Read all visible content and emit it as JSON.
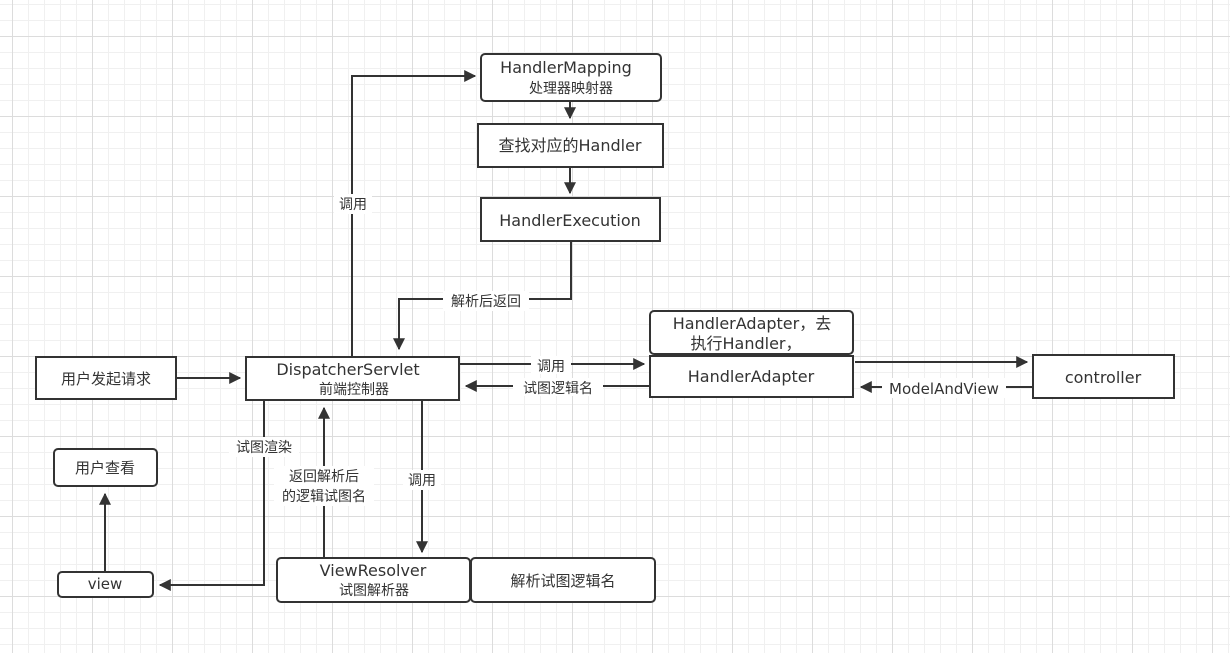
{
  "nodes": {
    "handler_mapping": {
      "line1": "HandlerMapping",
      "line2": "处理器映射器"
    },
    "find_handler": {
      "line1": "查找对应的Handler"
    },
    "handler_execution": {
      "line1": "HandlerExecution"
    },
    "handler_adapter_note": {
      "line1": "HandlerAdapter，去",
      "line2": "执行Handler，"
    },
    "handler_adapter": {
      "line1": "HandlerAdapter"
    },
    "controller": {
      "line1": "controller"
    },
    "user_request": {
      "line1": "用户发起请求"
    },
    "dispatcher_servlet": {
      "line1": "DispatcherServlet",
      "line2": "前端控制器"
    },
    "user_view": {
      "line1": "用户查看"
    },
    "view": {
      "line1": "view"
    },
    "view_resolver": {
      "line1": "ViewResolver",
      "line2": "试图解析器"
    },
    "parse_view_name": {
      "line1": "解析试图逻辑名"
    }
  },
  "edges": {
    "call_mapping": "调用",
    "parse_return": "解析后返回",
    "call_adapter": "调用",
    "view_logic_name": "试图逻辑名",
    "model_and_view": "ModelAndView",
    "view_render": "试图渲染",
    "return_parsed_line1": "返回解析后",
    "return_parsed_line2": "的逻辑试图名",
    "call_resolver": "调用"
  },
  "colors": {
    "stroke": "#333333",
    "fill": "#ffffff",
    "text": "#333333"
  }
}
